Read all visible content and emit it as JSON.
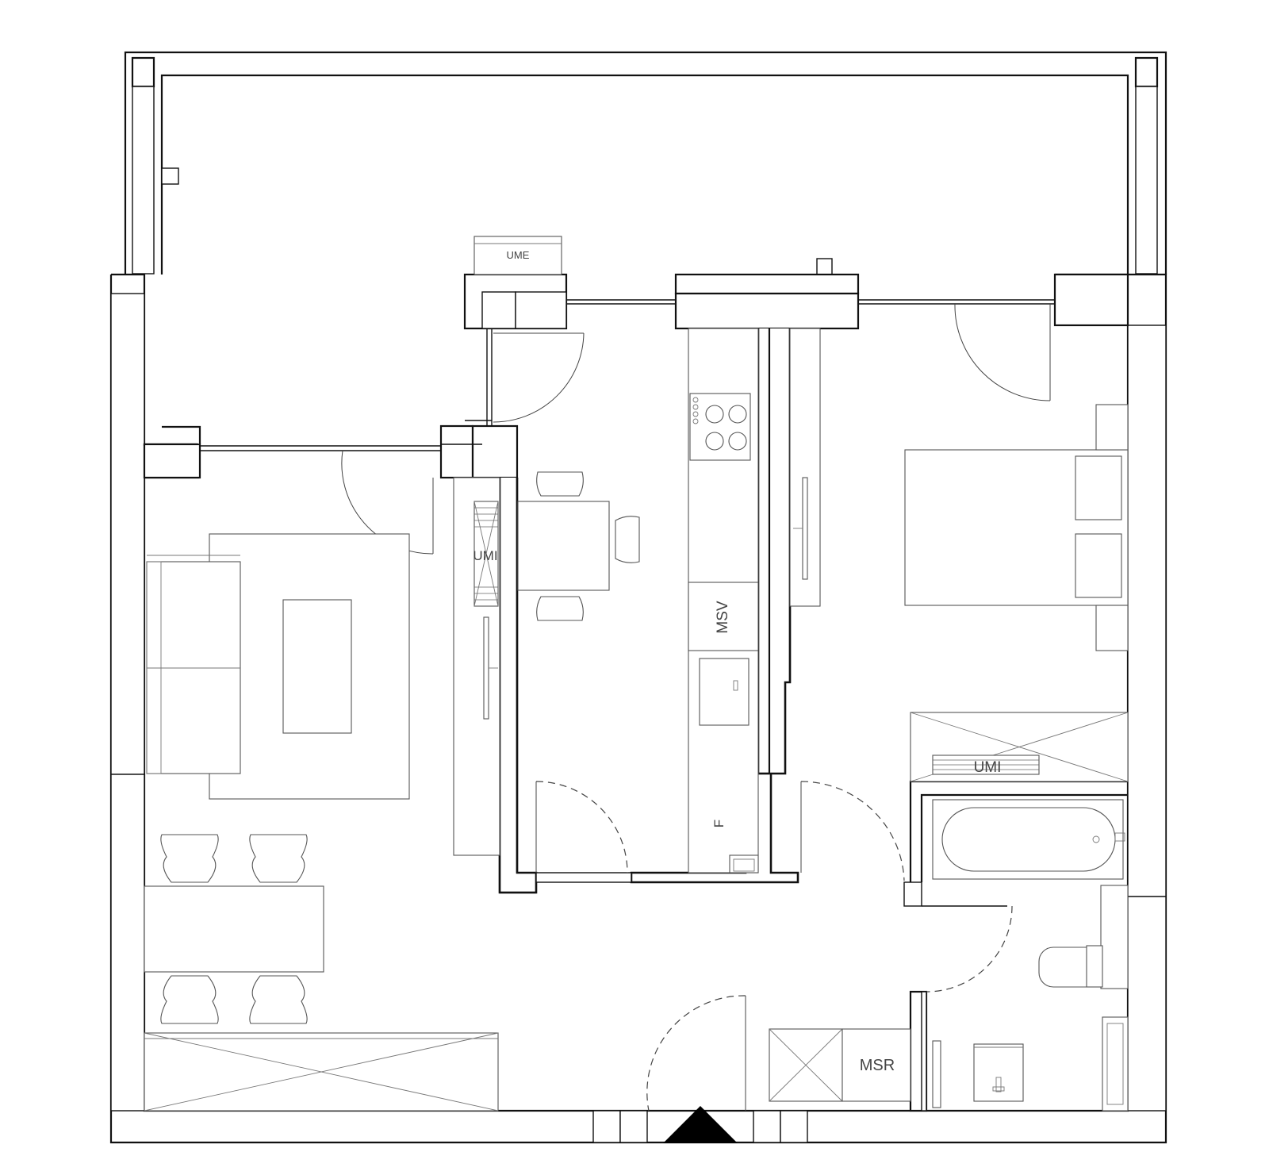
{
  "labels": {
    "ume": "UME",
    "umi_living": "UMI",
    "msv": "MSV",
    "f": "F",
    "umi_bedroom": "UMI",
    "msr": "MSR"
  },
  "icons": {
    "entrance": "entrance-arrow-icon"
  },
  "colors": {
    "walls": "#111111",
    "furniture": "#555555",
    "tile_grid": "#cfcfcf",
    "herringbone": "#e3e3e3",
    "background": "#ffffff"
  }
}
